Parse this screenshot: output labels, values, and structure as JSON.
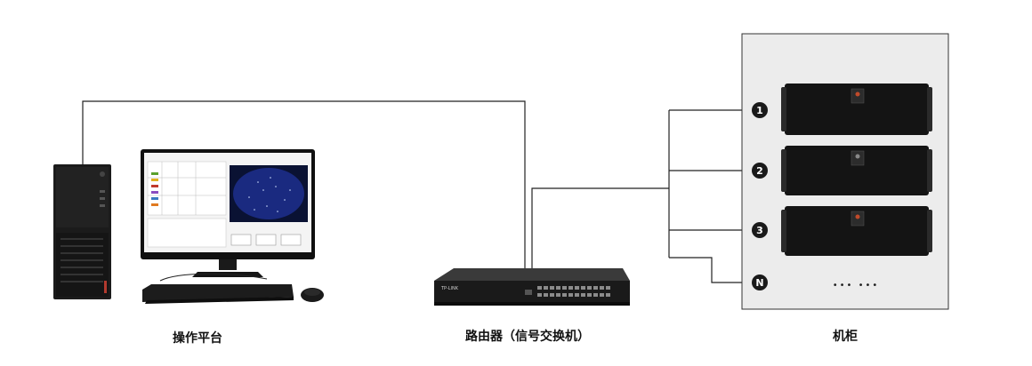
{
  "labels": {
    "pc": "操作平台",
    "router": "路由器（信号交换机）",
    "cabinet": "机柜"
  },
  "router_brand": "TP-LINK",
  "cabinet_slots": [
    {
      "marker": "1"
    },
    {
      "marker": "2"
    },
    {
      "marker": "3"
    },
    {
      "marker": "N"
    }
  ],
  "ellipsis": "••• •••",
  "colors": {
    "line": "#222222",
    "cabinet_bg": "#ececec",
    "device": "#141414",
    "marker": "#1a1a1a",
    "screen_space": "#0b1a5c"
  }
}
